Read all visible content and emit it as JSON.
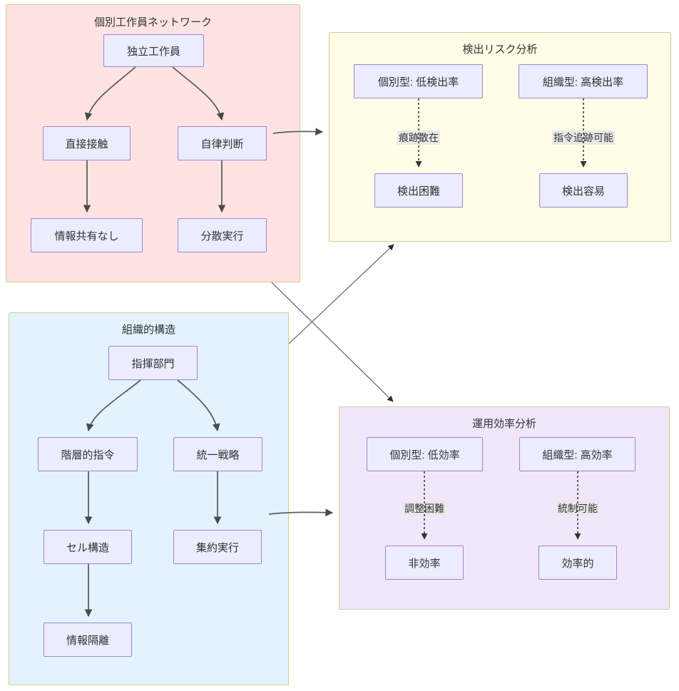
{
  "diagram": {
    "type": "flowchart",
    "title_visible": false,
    "colors": {
      "cluster_border": "#cfcf8e",
      "node_fill": "#ececff",
      "node_border": "#9f85d4",
      "edge_stroke": "#5f5f5f",
      "edge_label_bg": "#e8e8e8",
      "text": "#333333",
      "cluster_pink_fill": "#ffe3e3",
      "cluster_yellow_fill": "#fffde6",
      "cluster_blue_fill": "#e3f2fd",
      "cluster_purple_fill": "#f2e6fb"
    },
    "clusters": [
      {
        "id": "individual-network",
        "title": "個別工作員ネットワーク",
        "fill": "#ffe3e3",
        "nodes": [
          {
            "id": "independent-operative",
            "label": "独立工作員"
          },
          {
            "id": "direct-contact",
            "label": "直接接触"
          },
          {
            "id": "autonomous-judgment",
            "label": "自律判断"
          },
          {
            "id": "no-info-sharing",
            "label": "情報共有なし"
          },
          {
            "id": "distributed-execution",
            "label": "分散実行"
          }
        ]
      },
      {
        "id": "detection-risk-analysis",
        "title": "検出リスク分析",
        "fill": "#fffde6",
        "nodes": [
          {
            "id": "individual-low-detection",
            "label": "個別型: 低検出率"
          },
          {
            "id": "organizational-high-detection",
            "label": "組織型: 高検出率"
          },
          {
            "id": "detection-difficult",
            "label": "検出困難"
          },
          {
            "id": "detection-easy",
            "label": "検出容易"
          }
        ],
        "edge_labels": [
          {
            "id": "trace-scattered",
            "label": "痕跡散在"
          },
          {
            "id": "order-traceable",
            "label": "指令追跡可能"
          }
        ]
      },
      {
        "id": "organizational-structure",
        "title": "組織的構造",
        "fill": "#e3f2fd",
        "nodes": [
          {
            "id": "command-division",
            "label": "指揮部門"
          },
          {
            "id": "hierarchical-command",
            "label": "階層的指令"
          },
          {
            "id": "unified-strategy",
            "label": "統一戦略"
          },
          {
            "id": "cell-structure",
            "label": "セル構造"
          },
          {
            "id": "aggregated-execution",
            "label": "集約実行"
          },
          {
            "id": "information-isolation",
            "label": "情報隔離"
          }
        ]
      },
      {
        "id": "operational-efficiency-analysis",
        "title": "運用効率分析",
        "fill": "#f2e6fb",
        "nodes": [
          {
            "id": "individual-low-efficiency",
            "label": "個別型: 低効率"
          },
          {
            "id": "organizational-high-efficiency",
            "label": "組織型: 高効率"
          },
          {
            "id": "inefficient",
            "label": "非効率"
          },
          {
            "id": "efficient",
            "label": "効率的"
          }
        ],
        "edge_labels": [
          {
            "id": "adjustment-difficult",
            "label": "調整困難"
          },
          {
            "id": "control-possible",
            "label": "統制可能"
          }
        ]
      }
    ]
  }
}
